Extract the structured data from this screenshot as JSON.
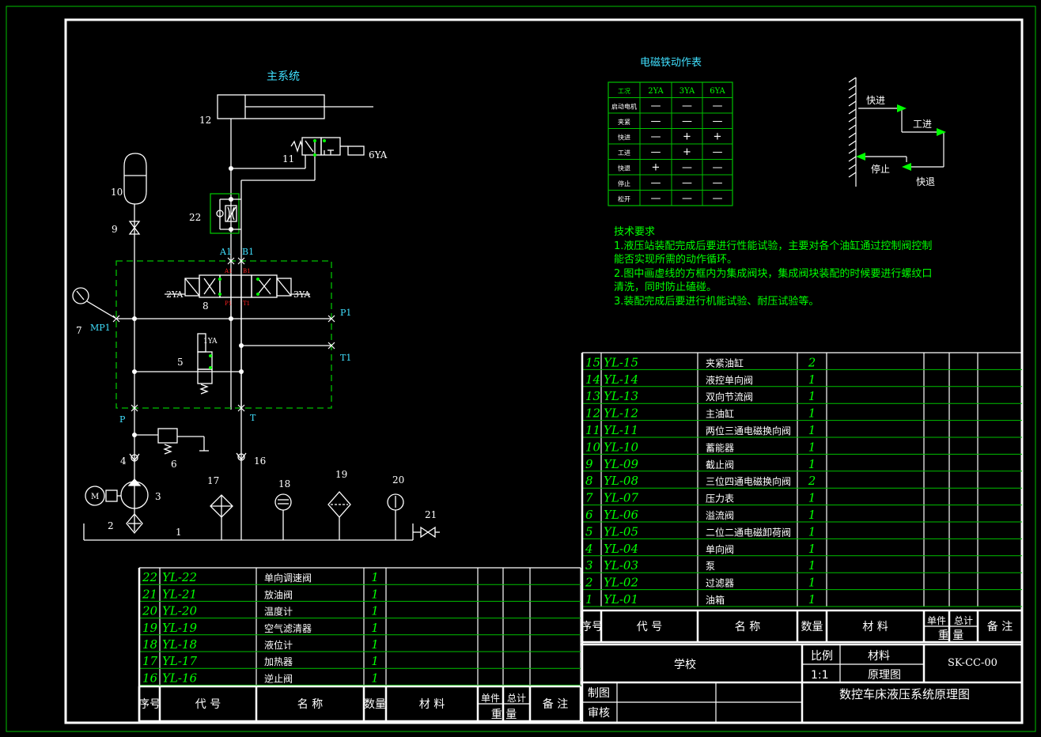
{
  "colors": {
    "frame": "#00c000",
    "line": "#ffffff",
    "text_green": "#00ff00",
    "text_cyan": "#40e0ff",
    "text_white": "#ffffff",
    "marker": "#ff2020"
  },
  "diagram": {
    "title": "主系统",
    "labels": {
      "n12": "12",
      "n11": "11",
      "yv6": "6YA",
      "n10": "10",
      "n9": "9",
      "n22": "22",
      "a1": "A1",
      "b1": "B1",
      "yv2": "2YA",
      "yv3": "3YA",
      "n8": "8",
      "p1r": "P1",
      "n7": "7",
      "mp1": "MP1",
      "yv1": "1YA",
      "n5": "5",
      "t1r": "T1",
      "p": "P",
      "t": "T",
      "n4": "4",
      "n6": "6",
      "n16": "16",
      "n3": "3",
      "n2": "2",
      "n1": "1",
      "m": "M",
      "n17": "17",
      "n18": "18",
      "n19": "19",
      "n20": "20",
      "n21": "21",
      "va1": "A1",
      "vb1": "B1",
      "vp1": "P1",
      "vt1": "T1"
    }
  },
  "action_table": {
    "title": "电磁铁动作表",
    "headers": [
      "工况",
      "2YA",
      "3YA",
      "6YA"
    ],
    "rows": [
      [
        "启动电机",
        "—",
        "—",
        "—"
      ],
      [
        "夹紧",
        "—",
        "—",
        "—"
      ],
      [
        "快进",
        "—",
        "+",
        "+"
      ],
      [
        "工进",
        "—",
        "+",
        "—"
      ],
      [
        "快退",
        "+",
        "—",
        "—"
      ],
      [
        "停止",
        "—",
        "—",
        "—"
      ],
      [
        "松开",
        "—",
        "—",
        "—"
      ]
    ]
  },
  "cycle": {
    "labels": [
      "快进",
      "工进",
      "停止",
      "快退"
    ]
  },
  "tech": {
    "title": "技术要求",
    "lines": [
      "1.液压站装配完成后要进行性能试验，主要对各个油缸通过控制阀控制",
      "能否实现所需的动作循环。",
      "2.图中画虚线的方框内为集成阀块，集成阀块装配的时候要进行螺纹口",
      "清洗，同时防止磕碰。",
      "3.装配完成后要进行机能试验、耐压试验等。"
    ]
  },
  "parts_right": [
    [
      "15",
      "YL-15",
      "夹紧油缸",
      "2"
    ],
    [
      "14",
      "YL-14",
      "液控单向阀",
      "1"
    ],
    [
      "13",
      "YL-13",
      "双向节流阀",
      "1"
    ],
    [
      "12",
      "YL-12",
      "主油缸",
      "1"
    ],
    [
      "11",
      "YL-11",
      "两位三通电磁换向阀",
      "1"
    ],
    [
      "10",
      "YL-10",
      "蓄能器",
      "1"
    ],
    [
      "9",
      "YL-09",
      "截止阀",
      "1"
    ],
    [
      "8",
      "YL-08",
      "三位四通电磁换向阀",
      "2"
    ],
    [
      "7",
      "YL-07",
      "压力表",
      "1"
    ],
    [
      "6",
      "YL-06",
      "溢流阀",
      "1"
    ],
    [
      "5",
      "YL-05",
      "二位二通电磁卸荷阀",
      "1"
    ],
    [
      "4",
      "YL-04",
      "单向阀",
      "1"
    ],
    [
      "3",
      "YL-03",
      "泵",
      "1"
    ],
    [
      "2",
      "YL-02",
      "过滤器",
      "1"
    ],
    [
      "1",
      "YL-01",
      "油箱",
      "1"
    ]
  ],
  "parts_left": [
    [
      "22",
      "YL-22",
      "单向调速阀",
      "1"
    ],
    [
      "21",
      "YL-21",
      "放油阀",
      "1"
    ],
    [
      "20",
      "YL-20",
      "温度计",
      "1"
    ],
    [
      "19",
      "YL-19",
      "空气滤清器",
      "1"
    ],
    [
      "18",
      "YL-18",
      "液位计",
      "1"
    ],
    [
      "17",
      "YL-17",
      "加热器",
      "1"
    ],
    [
      "16",
      "YL-16",
      "逆止阀",
      "1"
    ]
  ],
  "header": {
    "seq": "序号",
    "code": "代 号",
    "name": "名 称",
    "qty": "数量",
    "material": "材 料",
    "unit": "单件",
    "total": "总计",
    "weight": "重 量",
    "remark": "备 注"
  },
  "title_block": {
    "school": "学校",
    "scale_label": "比例",
    "scale": "1:1",
    "material_label": "材料",
    "drawing_type": "原理图",
    "code": "SK-CC-00",
    "drawn": "制图",
    "checked": "审核",
    "title": "数控车床液压系统原理图"
  }
}
